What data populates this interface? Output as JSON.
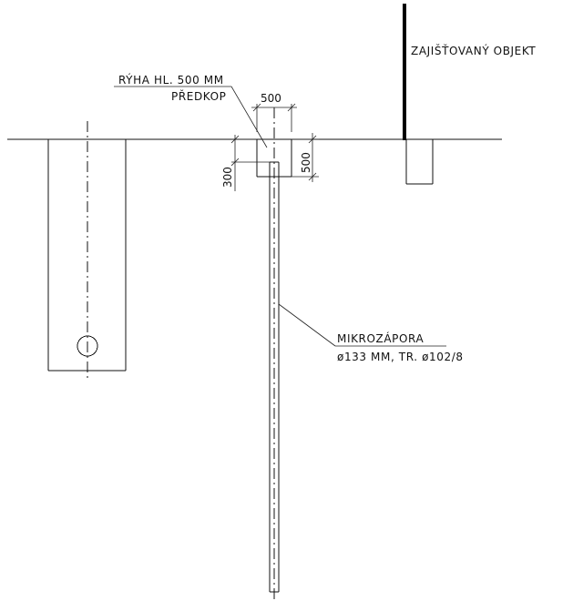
{
  "labels": {
    "object": "ZAJIŠŤOVANÝ OBJEKT",
    "trench_line1": "RÝHA HL. 500 MM",
    "trench_line2": "PŘEDKOP",
    "pile_line1": "MIKROZÁPORA",
    "pile_line2": "ø133 MM, TR. ø102/8"
  },
  "dimensions": {
    "trench_width": "500",
    "trench_depth": "500",
    "trench_offset": "300"
  }
}
